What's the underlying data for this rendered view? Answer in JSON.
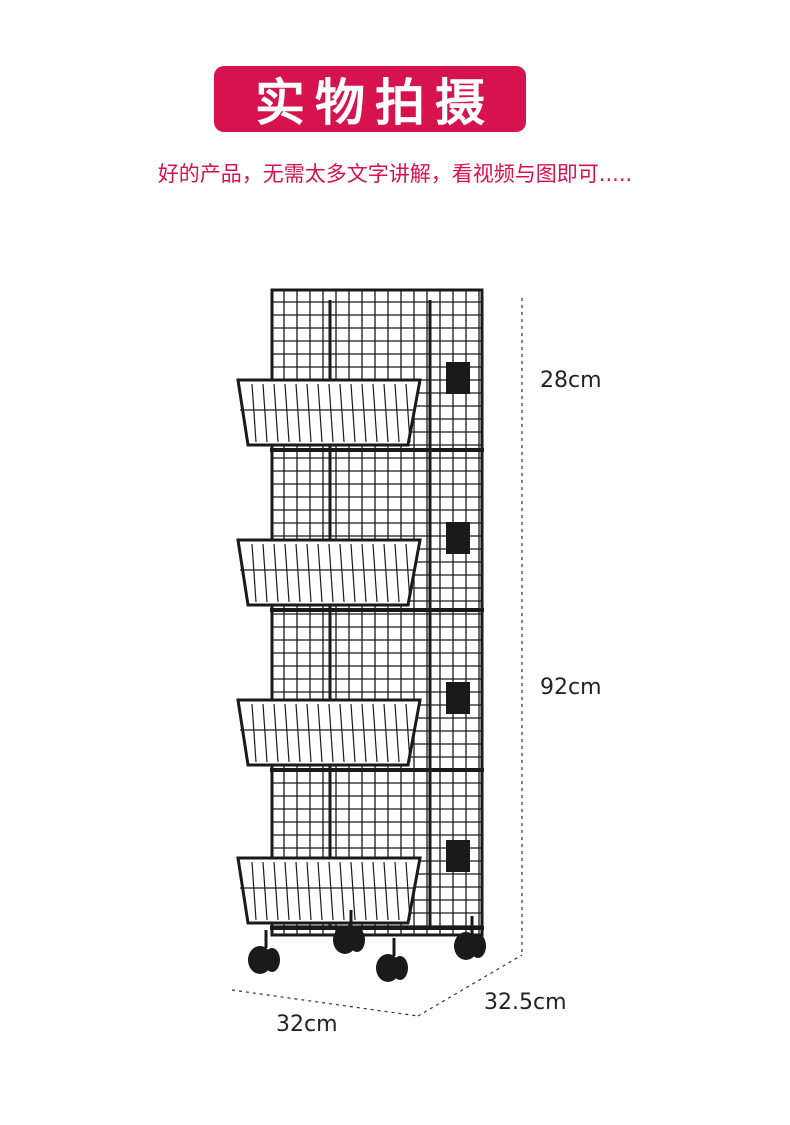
{
  "banner": {
    "title": "实物拍摄",
    "bg_color": "#d6124f"
  },
  "subtitle": "好的产品，无需太多文字讲解，看视频与图即可.....",
  "dimensions": {
    "top_tier_height": "28cm",
    "total_height": "92cm",
    "depth": "32.5cm",
    "width": "32cm"
  },
  "product": {
    "tiers": 4,
    "wheels": 4,
    "color": "#1a1a1a"
  }
}
